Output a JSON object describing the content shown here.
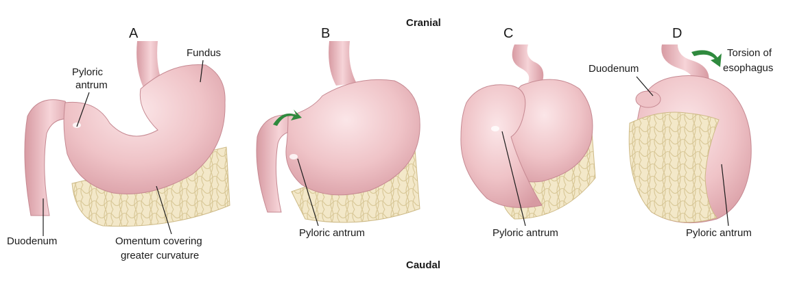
{
  "directions": {
    "top": "Cranial",
    "bottom": "Caudal"
  },
  "panels": [
    {
      "letter": "A",
      "labels": [
        "Fundus",
        "Pyloric",
        "antrum",
        "Duodenum",
        "Omentum covering",
        "greater curvature"
      ]
    },
    {
      "letter": "B",
      "labels": [
        "Pyloric antrum"
      ]
    },
    {
      "letter": "C",
      "labels": [
        "Pyloric antrum"
      ]
    },
    {
      "letter": "D",
      "labels": [
        "Torsion of",
        "esophagus",
        "Duodenum",
        "Pyloric antrum"
      ]
    }
  ],
  "colors": {
    "stomach": "#efc3c7",
    "stomach_shade": "#d79aa2",
    "stomach_highlight": "#fbe6e8",
    "omentum": "#f3e8c9",
    "omentum_line": "#d8c796",
    "arrow": "#2f8a3e"
  }
}
